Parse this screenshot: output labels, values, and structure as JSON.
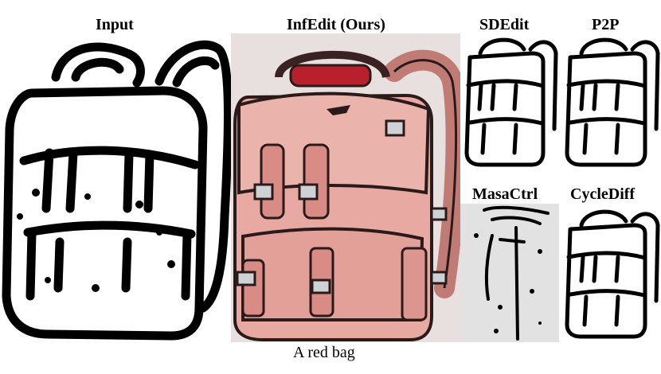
{
  "figure": {
    "input_label": "Input",
    "ours_label": "InfEdit (Ours)",
    "baselines": [
      {
        "label": "SDEdit"
      },
      {
        "label": "P2P"
      },
      {
        "label": "MasaCtrl"
      },
      {
        "label": "CycleDiff"
      }
    ],
    "caption": "A red bag"
  }
}
